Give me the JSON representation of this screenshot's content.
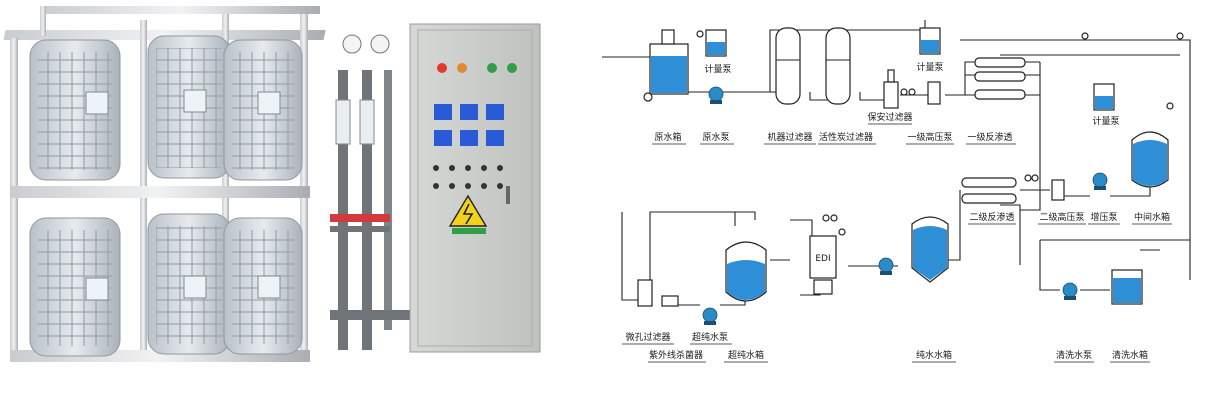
{
  "flow": {
    "labels": {
      "raw_tank": "原水箱",
      "raw_pump": "原水泵",
      "metering_pump_1": "计量泵",
      "mechanical_filter": "机器过滤器",
      "carbon_filter": "活性炭过滤器",
      "security_filter": "保安过滤器",
      "hp_pump_1": "一级高压泵",
      "ro_1": "一级反渗透",
      "metering_pump_2": "计量泵",
      "metering_pump_top": "计量泵",
      "ro_2": "二级反渗透",
      "hp_pump_2": "二级高压泵",
      "booster_pump": "增压泵",
      "middle_tank": "中间水箱",
      "micropore_filter": "微孔过滤器",
      "uv_sterilizer": "紫外线杀菌器",
      "ultrapure_pump": "超纯水泵",
      "ultrapure_tank": "超纯水箱",
      "edi": "EDI",
      "pure_tank": "纯水水箱",
      "clean_pump": "清洗水泵",
      "clean_tank": "清洗水箱"
    },
    "colors": {
      "water": "#2f8fd6",
      "pump": "#2b8bc7",
      "line": "#222222"
    }
  },
  "equipment": {
    "photo_subject": "EDI ultrapure water system",
    "warning_icon": "high-voltage-warning-icon"
  }
}
